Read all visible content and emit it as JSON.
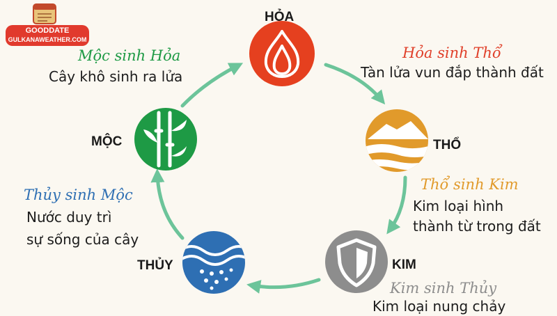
{
  "brand": {
    "name": "GOODDATE",
    "site": "GULKANAWEATHER.COM"
  },
  "elements": {
    "hoa": {
      "label": "HỎA",
      "color": "#e5401f"
    },
    "tho": {
      "label": "THỔ",
      "color": "#e19a2b"
    },
    "kim": {
      "label": "KIM",
      "color": "#8d8d8d"
    },
    "thuy": {
      "label": "THỦY",
      "color": "#2e6fb3"
    },
    "moc": {
      "label": "MỘC",
      "color": "#1e9a45"
    }
  },
  "generation": [
    {
      "title": "Mộc sinh Hỏa",
      "title_color": "#1e9a45",
      "desc": [
        "Cây khô sinh ra lửa"
      ]
    },
    {
      "title": "Hỏa sinh Thổ",
      "title_color": "#e0402a",
      "desc": [
        "Tàn lửa vun đắp thành đất"
      ]
    },
    {
      "title": "Thổ sinh Kim",
      "title_color": "#e19a2b",
      "desc": [
        "Kim loại hình",
        "thành từ trong đất"
      ]
    },
    {
      "title": "Kim sinh Thủy",
      "title_color": "#8d8d8d",
      "desc": [
        "Kim loại nung chảy"
      ]
    },
    {
      "title": "Thủy sinh Mộc",
      "title_color": "#2e6fb3",
      "desc": [
        "Nước duy trì",
        "sự sống của cây"
      ]
    }
  ],
  "arrow_color": "#6cc49a"
}
